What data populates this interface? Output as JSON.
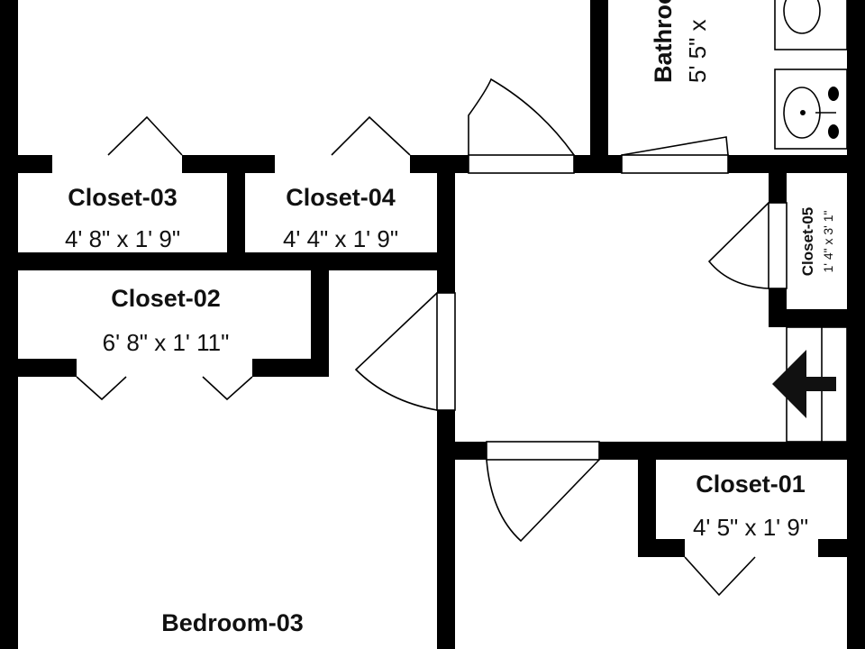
{
  "rooms": {
    "bathroom": {
      "name": "Bathroom",
      "dims": "5' 5\" x"
    },
    "closet_01": {
      "name": "Closet-01",
      "dims": "4' 5\" x 1' 9\""
    },
    "closet_02": {
      "name": "Closet-02",
      "dims": "6' 8\" x 1' 11\""
    },
    "closet_03": {
      "name": "Closet-03",
      "dims": "4' 8\" x 1' 9\""
    },
    "closet_04": {
      "name": "Closet-04",
      "dims": "4' 4\" x 1' 9\""
    },
    "closet_05": {
      "name": "Closet-05",
      "dims": "1' 4\" x 3' 1\""
    },
    "bedroom_03": {
      "name": "Bedroom-03"
    }
  },
  "colors": {
    "wall": "#000000",
    "floor": "#ffffff"
  }
}
